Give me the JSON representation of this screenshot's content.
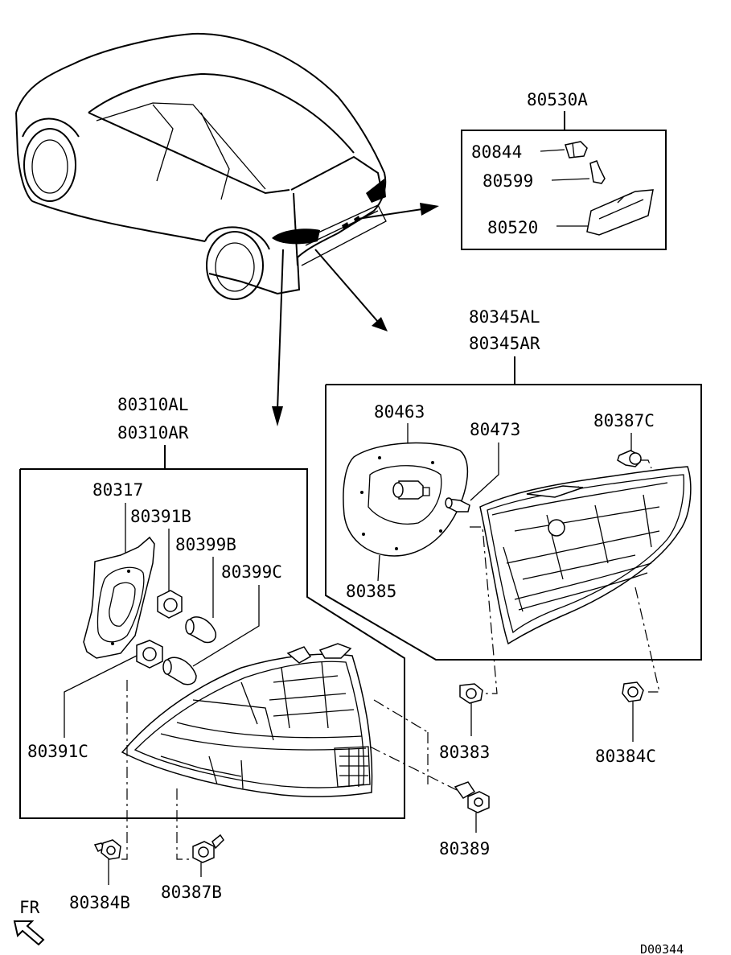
{
  "labels": {
    "p80530A": "80530A",
    "p80844": "80844",
    "p80599": "80599",
    "p80520": "80520",
    "p80345AL": "80345AL",
    "p80345AR": "80345AR",
    "p80463": "80463",
    "p80473": "80473",
    "p80387C": "80387C",
    "p80385": "80385",
    "p80383": "80383",
    "p80384C": "80384C",
    "p80310AL": "80310AL",
    "p80310AR": "80310AR",
    "p80317": "80317",
    "p80391B": "80391B",
    "p80399B": "80399B",
    "p80399C": "80399C",
    "p80391C": "80391C",
    "p80389": "80389",
    "p80384B": "80384B",
    "p80387B": "80387B"
  },
  "orientation_label": "FR",
  "diagram_code": "D00344"
}
